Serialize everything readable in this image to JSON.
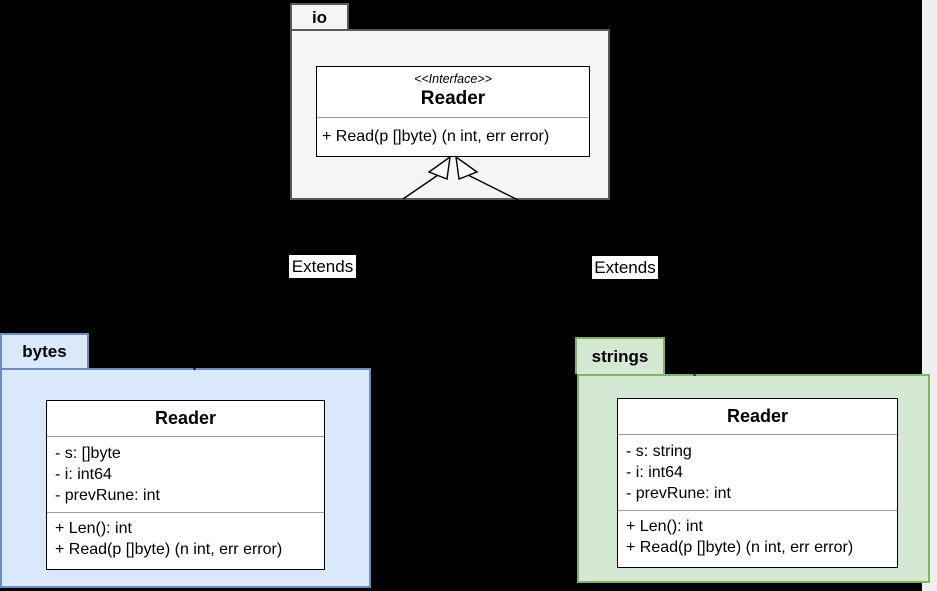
{
  "io_package": {
    "tab_label": "io",
    "interface": {
      "stereotype": "<<Interface>>",
      "name": "Reader",
      "methods": [
        "+ Read(p []byte) (n int, err error)"
      ]
    }
  },
  "bytes_package": {
    "tab_label": "bytes",
    "class": {
      "name": "Reader",
      "attributes": [
        "- s: []byte",
        "- i: int64",
        "- prevRune: int"
      ],
      "methods": [
        "+ Len(): int",
        "+ Read(p []byte) (n int, err error)"
      ]
    }
  },
  "strings_package": {
    "tab_label": "strings",
    "class": {
      "name": "Reader",
      "attributes": [
        "- s: string",
        "- i: int64",
        "- prevRune: int"
      ],
      "methods": [
        "+ Len(): int",
        "+ Read(p []byte) (n int, err error)"
      ]
    }
  },
  "edges": {
    "left_label": "Extends",
    "right_label": "Extends"
  },
  "theme": {
    "canvas_bg": "#000000",
    "right_strip": "#efefef",
    "io_fill": "#f5f5f5",
    "io_stroke": "#595959",
    "bytes_fill": "#dae8fc",
    "bytes_stroke": "#6c8ebf",
    "strings_fill": "#d5e8d4",
    "strings_stroke": "#82b366",
    "box_fill": "#ffffff",
    "box_stroke": "#000000",
    "divider": "#999999",
    "edge_color": "#000000",
    "label_bg": "#ffffff",
    "text": "#000000"
  }
}
